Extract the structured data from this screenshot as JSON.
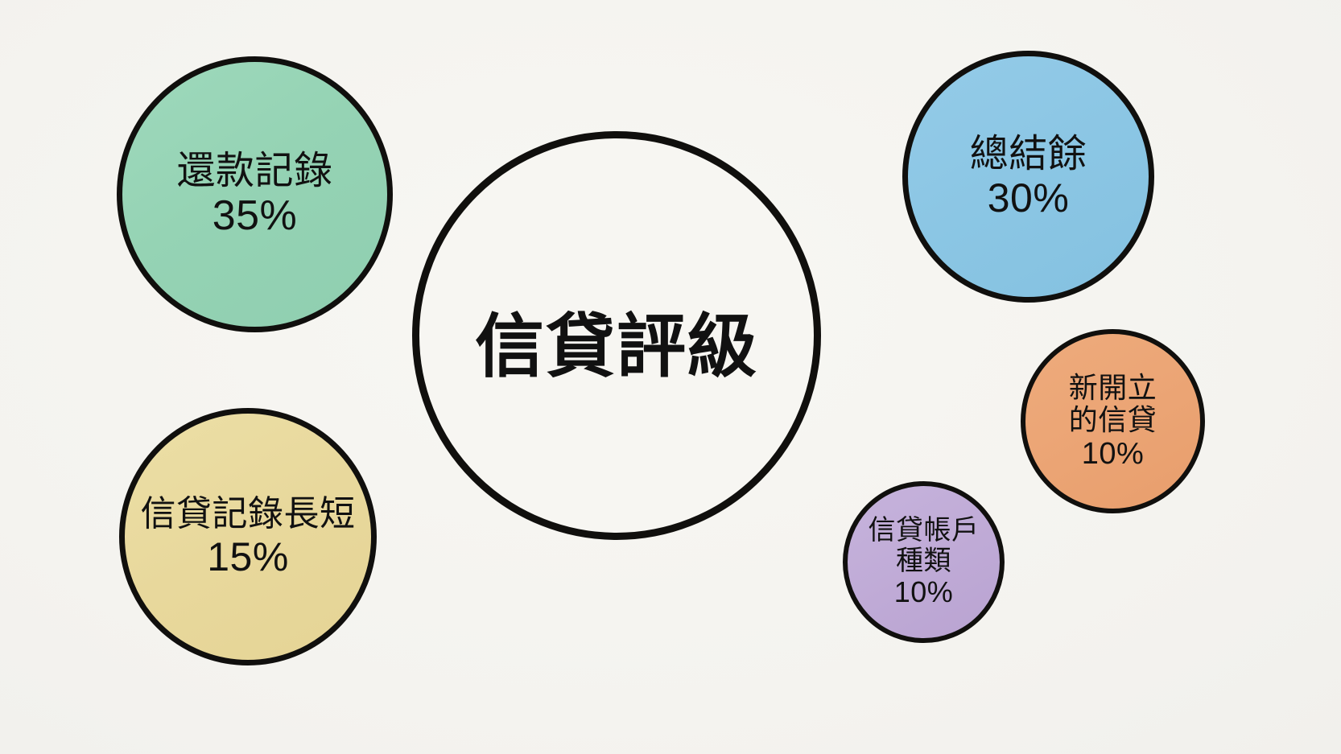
{
  "background_color": "#f6f5f1",
  "outline_color": "#100f0d",
  "center": {
    "title": "信貸評級",
    "fill_color": "#f7f6f2"
  },
  "factors": [
    {
      "id": "payment-history",
      "name": "還款記錄",
      "percent": "35%",
      "color": "#95d3b4",
      "color_name": "green"
    },
    {
      "id": "total-balance",
      "name": "總結餘",
      "percent": "30%",
      "color": "#8bc6e4",
      "color_name": "blue"
    },
    {
      "id": "credit-history-length",
      "name": "信貸記錄長短",
      "percent": "15%",
      "color": "#e8d89c",
      "color_name": "yellow"
    },
    {
      "id": "credit-account-types",
      "name_line1": "信貸帳戶",
      "name_line2": "種類",
      "percent": "10%",
      "color": "#bfaad6",
      "color_name": "purple"
    },
    {
      "id": "new-credit",
      "name_line1": "新開立",
      "name_line2": "的信貸",
      "percent": "10%",
      "color": "#eba474",
      "color_name": "orange"
    }
  ],
  "chart_data": {
    "type": "pie",
    "title": "信貸評級",
    "categories": [
      "還款記錄",
      "總結餘",
      "信貸記錄長短",
      "信貸帳戶種類",
      "新開立的信貸"
    ],
    "values": [
      35,
      30,
      15,
      10,
      10
    ],
    "value_labels": [
      "35%",
      "30%",
      "15%",
      "10%",
      "10%"
    ],
    "colors": [
      "#95d3b4",
      "#8bc6e4",
      "#e8d89c",
      "#bfaad6",
      "#eba474"
    ],
    "xlabel": "",
    "ylabel": "",
    "legend": "none",
    "grid": false
  }
}
